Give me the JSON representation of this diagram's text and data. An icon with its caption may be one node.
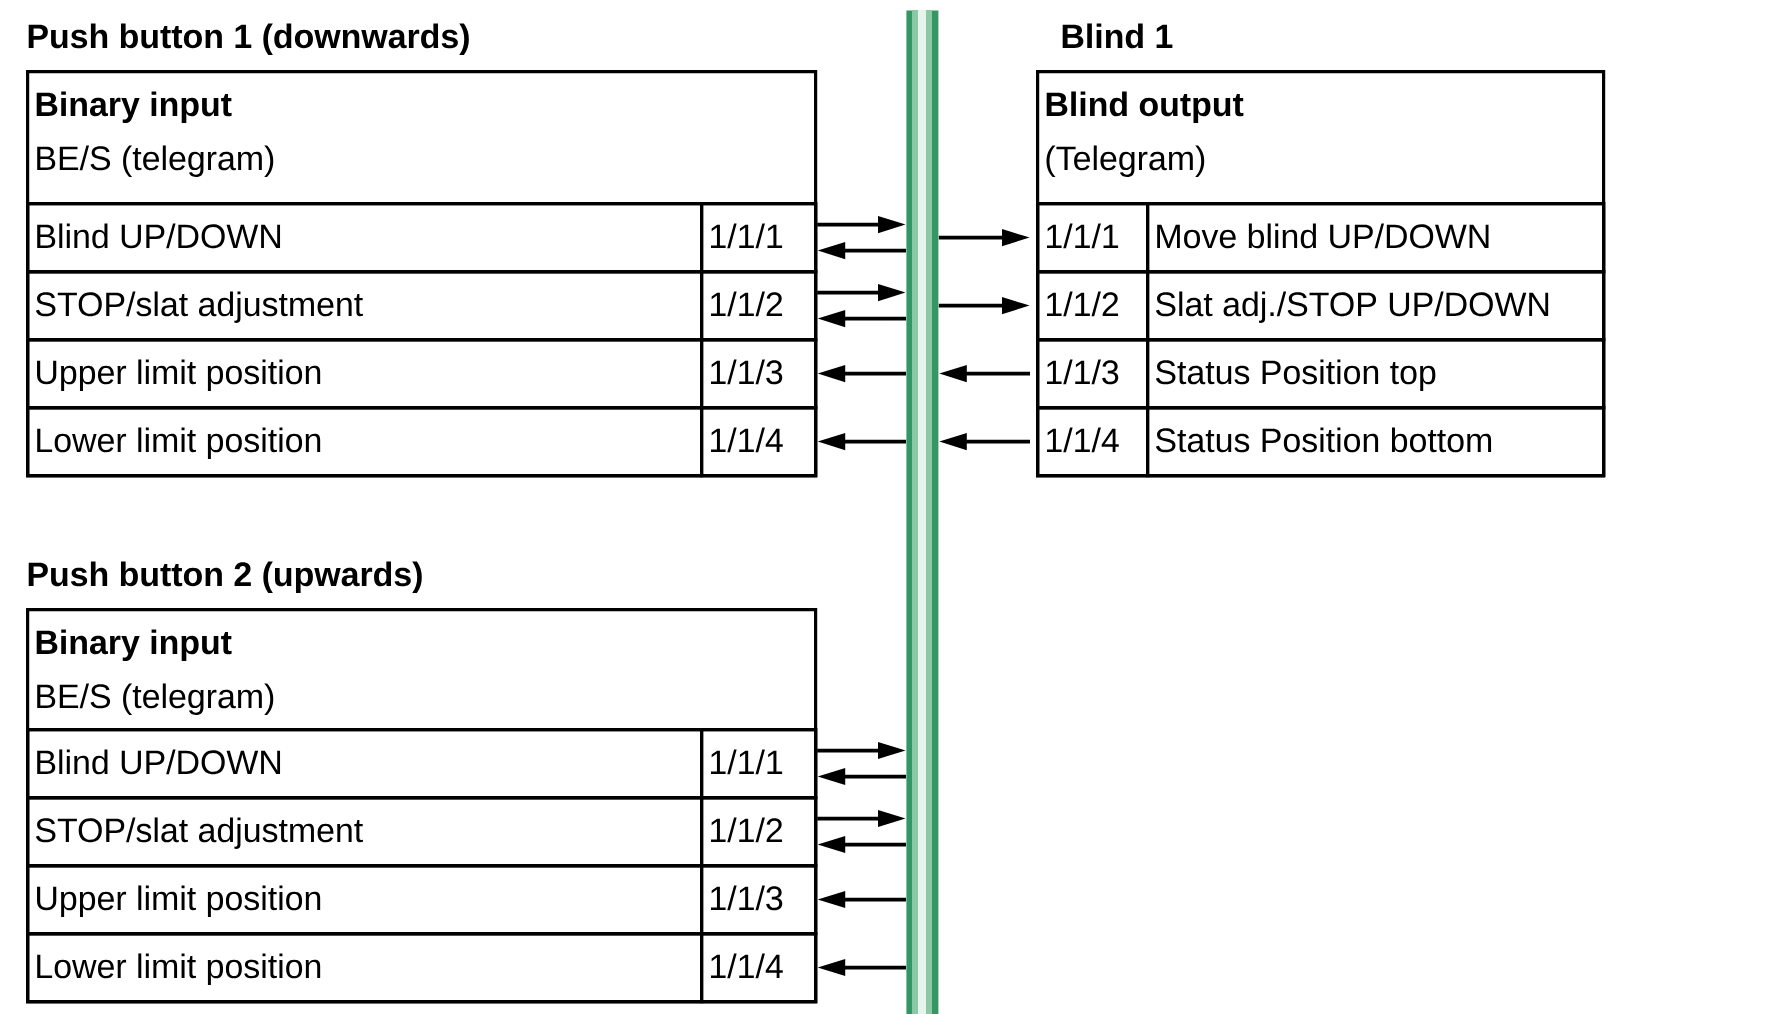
{
  "diagram": {
    "nodes": [
      {
        "text": [
          "Push button 1 (downwards)",
          "Binary input",
          "BE/S (telegram)"
        ]
      },
      {
        "text": [
          "Blind UP/DOWN",
          "1/1/1"
        ],
        "in": 0
      },
      {
        "text": [
          "STOP/slat adjustment",
          "1/1/2"
        ],
        "in": 0
      },
      {
        "text": [
          "Upper limit position",
          "1/1/3"
        ],
        "in": 0
      },
      {
        "text": [
          "Lower limit position",
          "1/1/4"
        ],
        "in": 0
      },
      {
        "text": [],
        "shape": "bar"
      },
      {
        "text": [
          "Blind 1",
          "Blind output",
          "(Telegram)"
        ]
      },
      {
        "text": [
          "1/1/1",
          "Move blind UP/DOWN"
        ],
        "in": 6
      },
      {
        "text": [
          "1/1/2",
          "Slat adj./STOP UP/DOWN"
        ],
        "in": 6
      },
      {
        "text": [
          "1/1/3",
          "Status Position top"
        ],
        "in": 6
      },
      {
        "text": [
          "1/1/4",
          "Status Position bottom"
        ],
        "in": 6
      },
      {
        "text": [
          "Push button 2 (upwards)",
          "Binary input",
          "BE/S (telegram)"
        ]
      },
      {
        "text": [
          "Blind UP/DOWN",
          "1/1/1"
        ],
        "in": 11
      },
      {
        "text": [
          "STOP/slat adjustment",
          "1/1/2"
        ],
        "in": 11
      },
      {
        "text": [
          "Upper limit position",
          "1/1/3"
        ],
        "in": 11
      },
      {
        "text": [
          "Lower limit position",
          "1/1/4"
        ],
        "in": 11
      }
    ],
    "edges": [
      {
        "from": 1,
        "to": 5,
        "arrow": "to"
      },
      {
        "from": 5,
        "to": 1,
        "arrow": "to"
      },
      {
        "from": 2,
        "to": 5,
        "arrow": "to"
      },
      {
        "from": 5,
        "to": 2,
        "arrow": "to"
      },
      {
        "from": 5,
        "to": 3,
        "arrow": "to"
      },
      {
        "from": 5,
        "to": 4,
        "arrow": "to"
      },
      {
        "from": 5,
        "to": 7,
        "arrow": "to"
      },
      {
        "from": 5,
        "to": 8,
        "arrow": "to"
      },
      {
        "from": 9,
        "to": 5,
        "arrow": "to"
      },
      {
        "from": 10,
        "to": 5,
        "arrow": "to"
      },
      {
        "from": 12,
        "to": 5,
        "arrow": "to"
      },
      {
        "from": 5,
        "to": 12,
        "arrow": "to"
      },
      {
        "from": 13,
        "to": 5,
        "arrow": "to"
      },
      {
        "from": 5,
        "to": 13,
        "arrow": "to"
      },
      {
        "from": 5,
        "to": 14,
        "arrow": "to"
      },
      {
        "from": 5,
        "to": 15,
        "arrow": "to"
      }
    ]
  }
}
